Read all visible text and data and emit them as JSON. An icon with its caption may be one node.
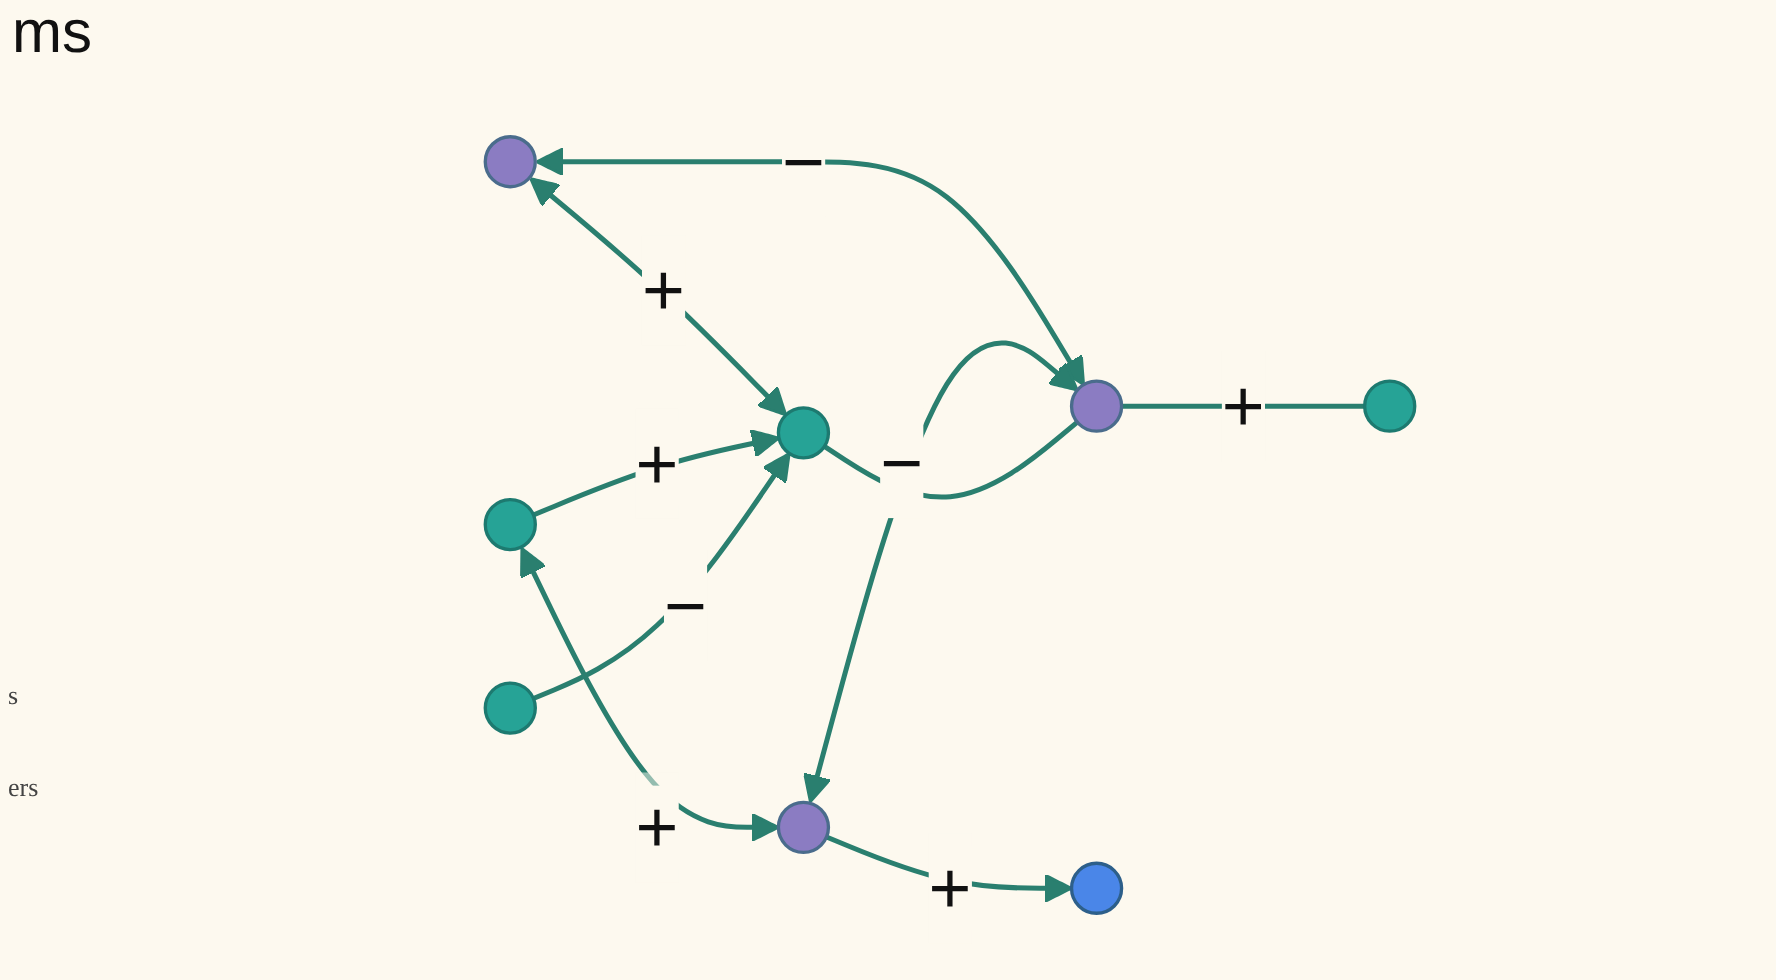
{
  "diagram": {
    "title": "ms",
    "nodes": [
      {
        "text": [],
        "shape": "circle"
      },
      {
        "text": [],
        "shape": "circle"
      },
      {
        "text": [],
        "shape": "circle"
      },
      {
        "text": [],
        "shape": "circle"
      },
      {
        "text": [],
        "shape": "circle"
      },
      {
        "text": [],
        "shape": "circle"
      },
      {
        "text": [],
        "shape": "circle"
      },
      {
        "text": [],
        "shape": "circle"
      }
    ],
    "edges": [
      {
        "from": 1,
        "to": 0,
        "arrow": "both",
        "label": "+"
      },
      {
        "from": 3,
        "to": 0,
        "arrow": "to",
        "label": "+"
      },
      {
        "from": 1,
        "to": 4,
        "arrow": "both",
        "label": "−"
      },
      {
        "from": 3,
        "to": 2,
        "arrow": "both",
        "label": "+"
      },
      {
        "from": 5,
        "to": 0,
        "arrow": "to",
        "label": "−"
      },
      {
        "from": 2,
        "to": 4,
        "arrow": "both",
        "label": "−"
      },
      {
        "from": 2,
        "to": 6,
        "arrow": "to",
        "label": "+"
      },
      {
        "from": 0,
        "to": 4,
        "arrow": "none"
      },
      {
        "from": 4,
        "to": 7,
        "arrow": "none",
        "label": "+"
      }
    ],
    "labels": [
      "s",
      "ers"
    ]
  }
}
